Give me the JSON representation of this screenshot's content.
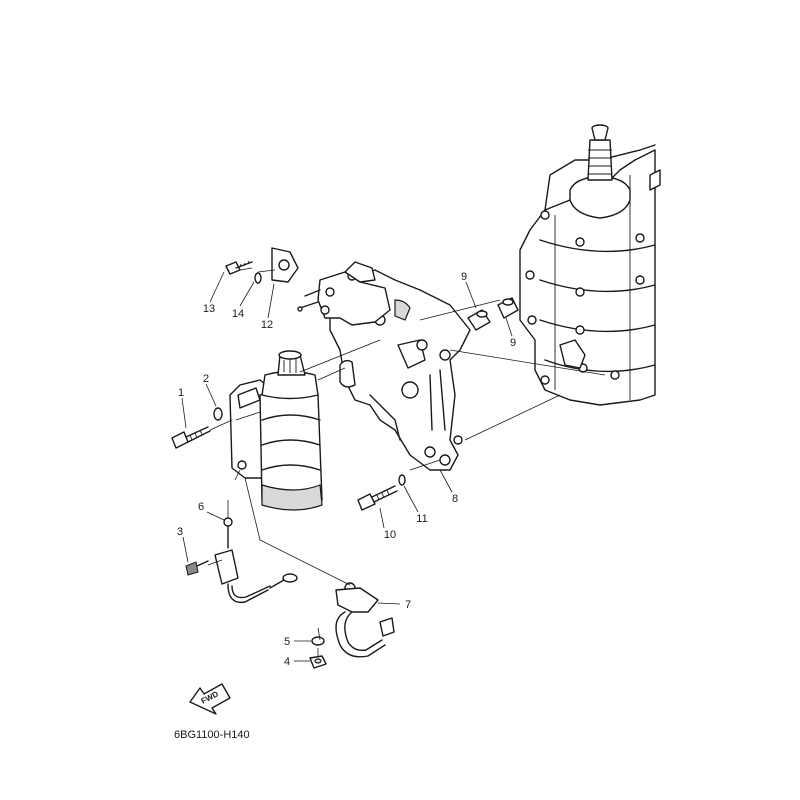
{
  "diagram": {
    "code": "6BG1100-H140",
    "fwd_label": "FWD",
    "callouts": [
      "1",
      "2",
      "3",
      "4",
      "5",
      "6",
      "7",
      "8",
      "9",
      "9",
      "10",
      "11",
      "12",
      "13",
      "14"
    ]
  }
}
